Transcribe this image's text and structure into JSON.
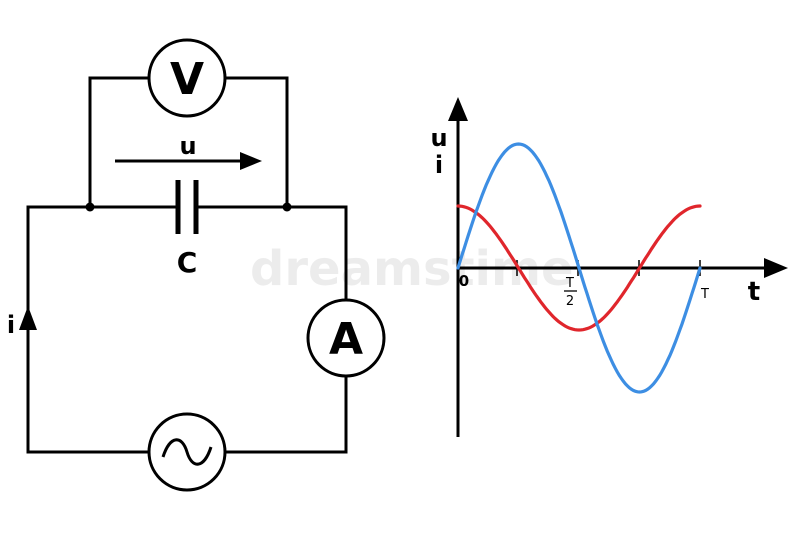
{
  "circuit": {
    "voltmeter_label": "V",
    "ammeter_label": "A",
    "voltage_label": "u",
    "capacitor_label": "C",
    "current_label": "i"
  },
  "graph": {
    "y_label_u": "u",
    "y_label_i": "i",
    "x_label": "t",
    "origin_label": "0",
    "half_period_num": "T",
    "half_period_den": "2",
    "period_label": "T",
    "u_color": "#3d8ee3",
    "i_color": "#e0262c"
  },
  "watermark": "dreamstime",
  "chart_data": {
    "type": "line",
    "x": [
      0,
      0.125,
      0.25,
      0.375,
      0.5,
      0.625,
      0.75,
      0.875,
      1.0
    ],
    "series": [
      {
        "name": "u",
        "values": [
          0,
          0.71,
          1.0,
          0.71,
          0,
          -0.71,
          -1.0,
          -0.71,
          0
        ]
      },
      {
        "name": "i",
        "values": [
          0.5,
          0.35,
          0,
          -0.35,
          -0.5,
          -0.35,
          0,
          0.35,
          0.5
        ]
      }
    ],
    "xlabel": "t",
    "x_ticks": [
      "0",
      "T/2",
      "T"
    ]
  }
}
